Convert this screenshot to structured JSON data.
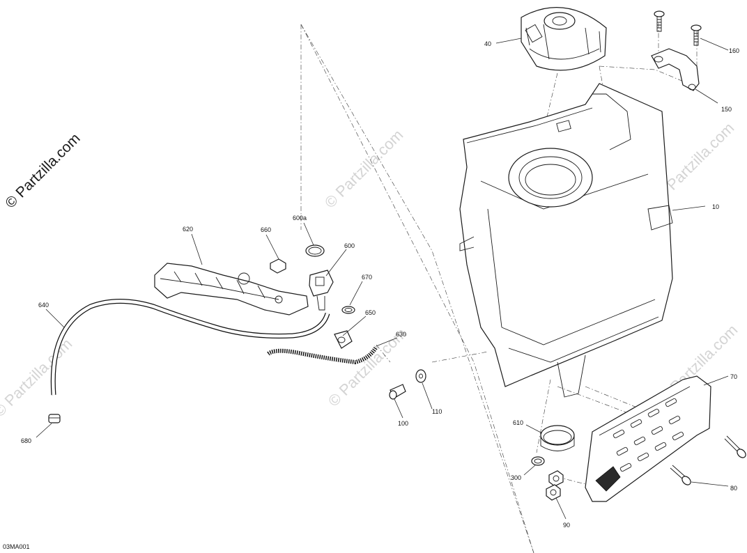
{
  "watermarks": {
    "main": "© Partzilla.com",
    "repeat": "© Partzilla.com"
  },
  "drawing_code": "03MA001",
  "callouts": {
    "c10": "10",
    "c40": "40",
    "c70": "70",
    "c80": "80",
    "c90": "90",
    "c100": "100",
    "c110": "110",
    "c150": "150",
    "c160": "160",
    "c300": "300",
    "c600": "600",
    "c600a": "600a",
    "c610": "610",
    "c620": "620",
    "c630": "630",
    "c640": "640",
    "c650": "650",
    "c660": "660",
    "c670": "670",
    "c680": "680"
  }
}
